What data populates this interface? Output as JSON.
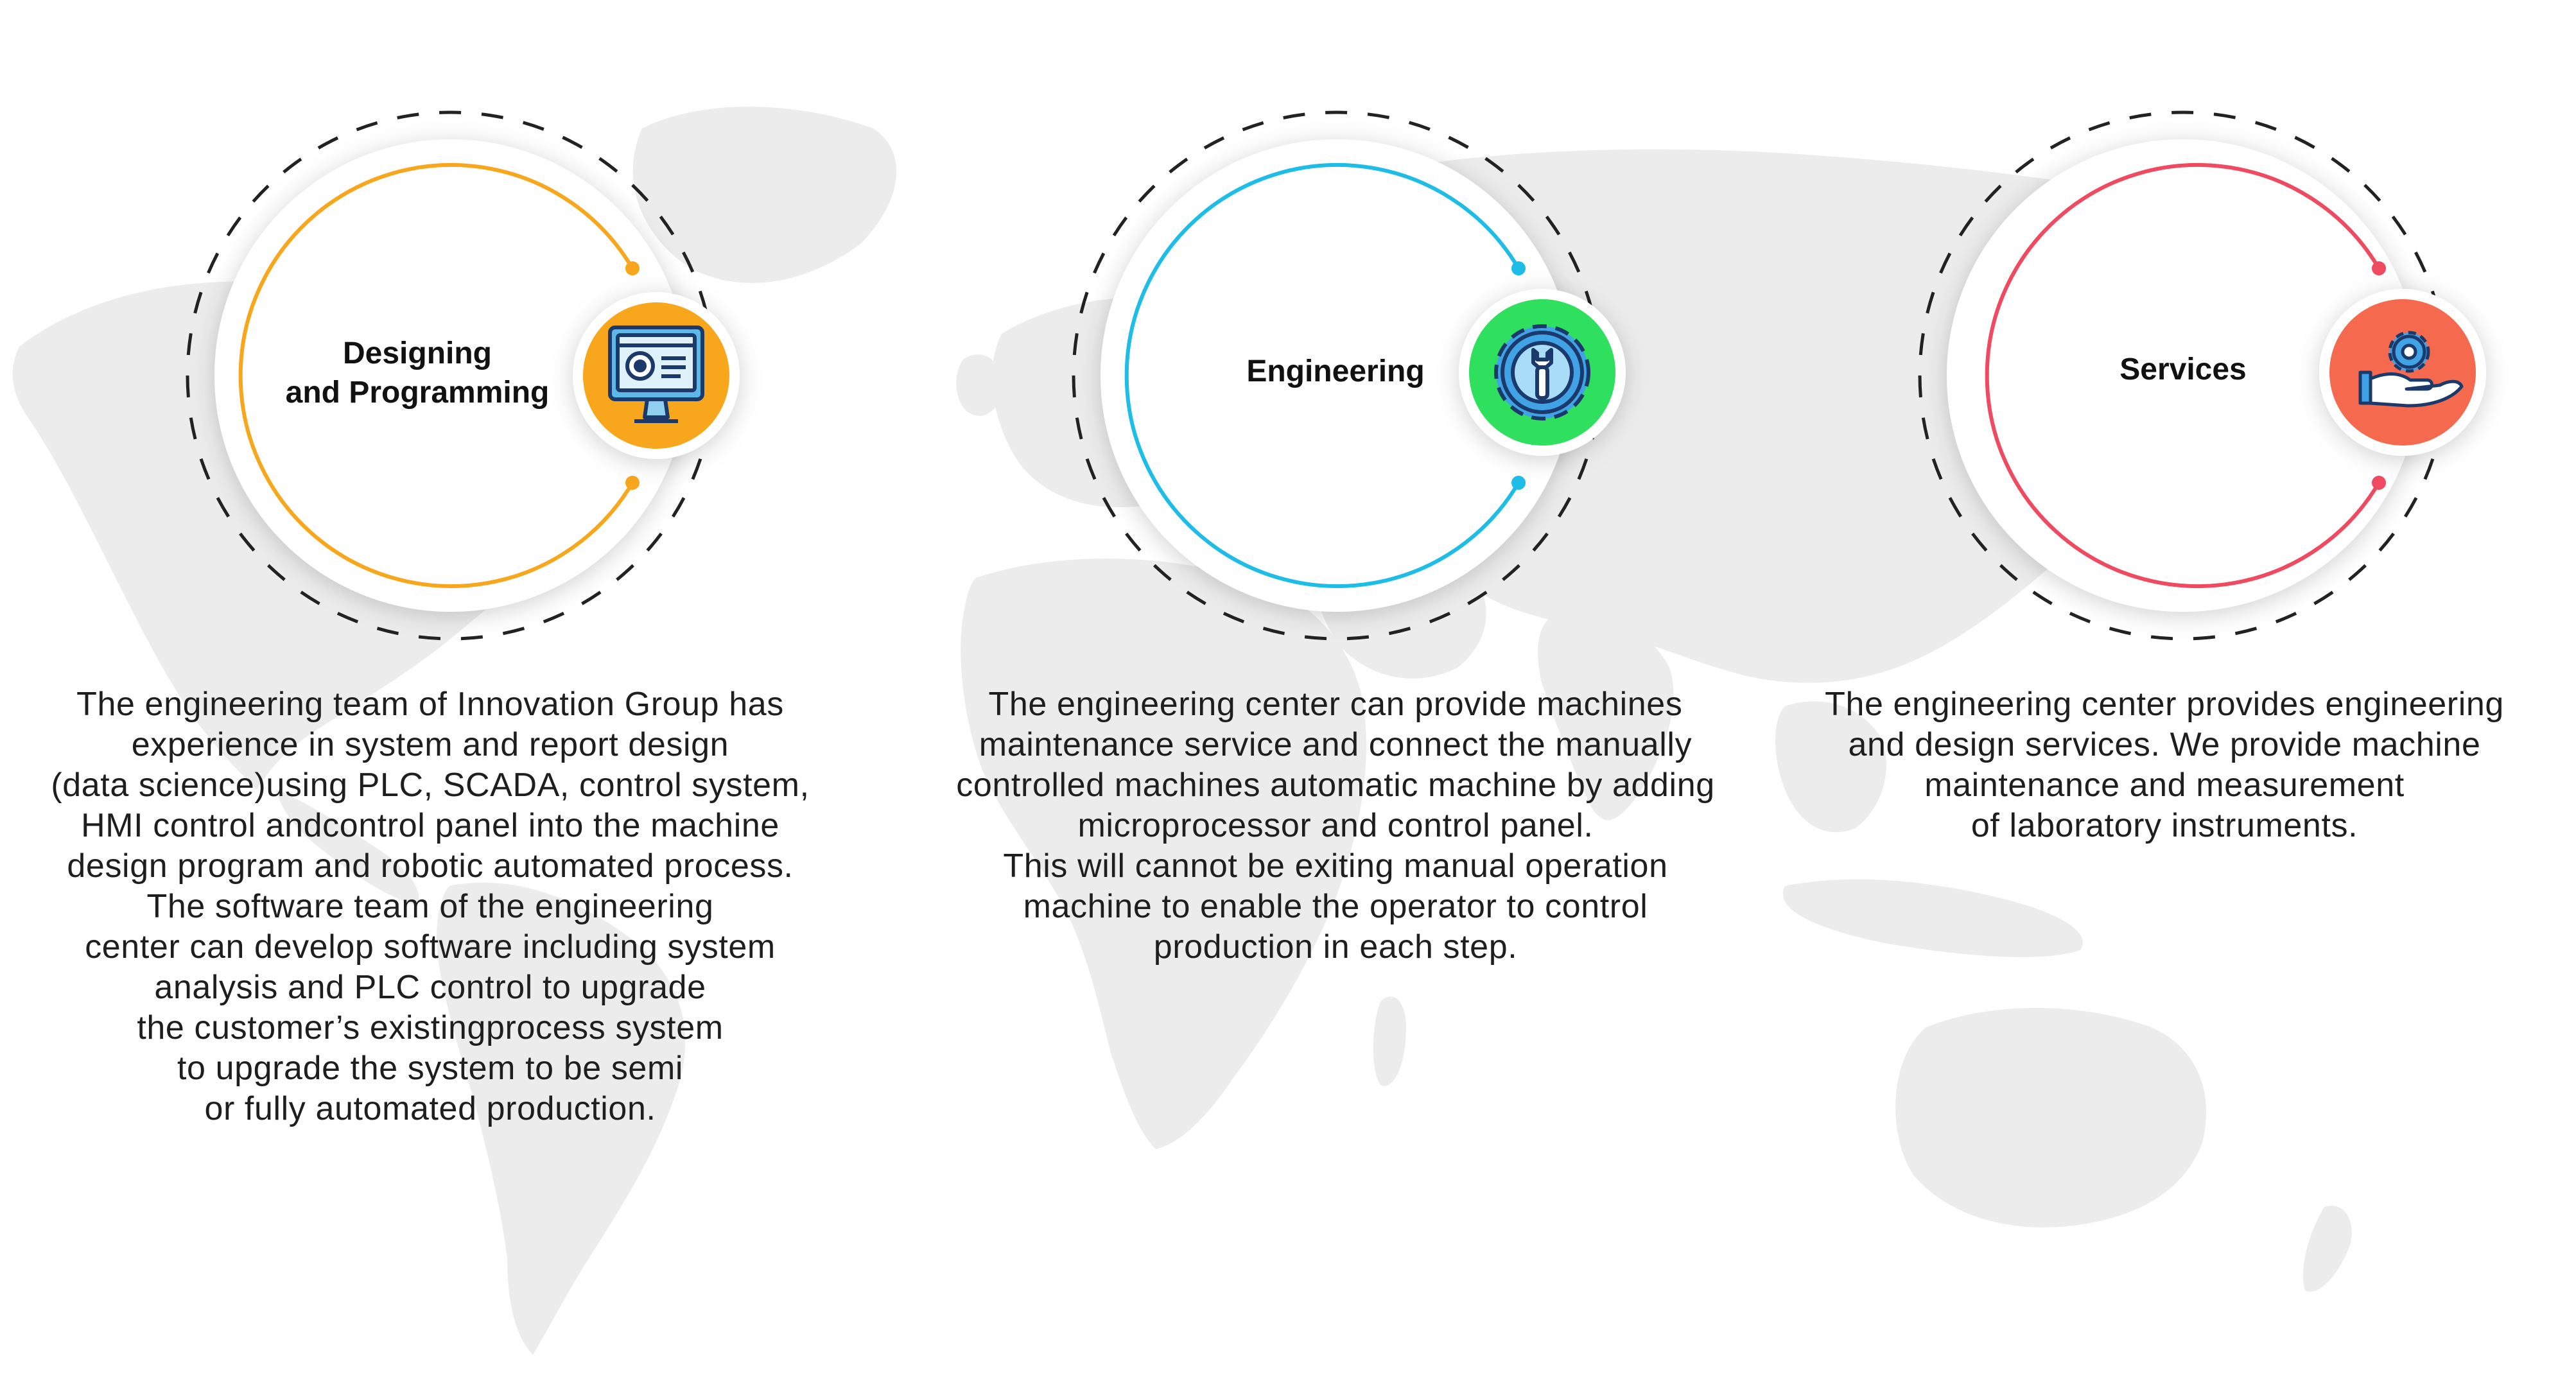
{
  "colors": {
    "background": "#ffffff",
    "map": "#ececec",
    "designing": "#f8a61b",
    "engineering_ring": "#1ebde8",
    "engineering_badge": "#2fe05f",
    "services": "#f04a60",
    "services_badge": "#f56a4e"
  },
  "cards": [
    {
      "title": "Designing\nand Programming",
      "icon": "computer-settings-icon",
      "description": " The engineering team of Innovation Group has\nexperience in system and report design\n(data science)using PLC, SCADA, control system,\nHMI control andcontrol panel into the machine\ndesign program and robotic automated process.\nThe software team of the engineering\ncenter can develop software including system\nanalysis and PLC control to upgrade\nthe customer’s existingprocess system\nto upgrade the system to be semi\nor fully automated production."
    },
    {
      "title": "Engineering",
      "icon": "gear-wrench-icon",
      "description": "The engineering center can provide machines\nmaintenance service and connect the manually\ncontrolled machines  automatic machine by adding\nmicroprocessor and control panel.\nThis will cannot be exiting manual operation\nmachine to enable the operator to control\nproduction in each step."
    },
    {
      "title": "Services",
      "icon": "hand-gear-icon",
      "description": "The engineering center provides engineering\nand design services. We provide machine\nmaintenance and measurement\nof laboratory instruments."
    }
  ]
}
